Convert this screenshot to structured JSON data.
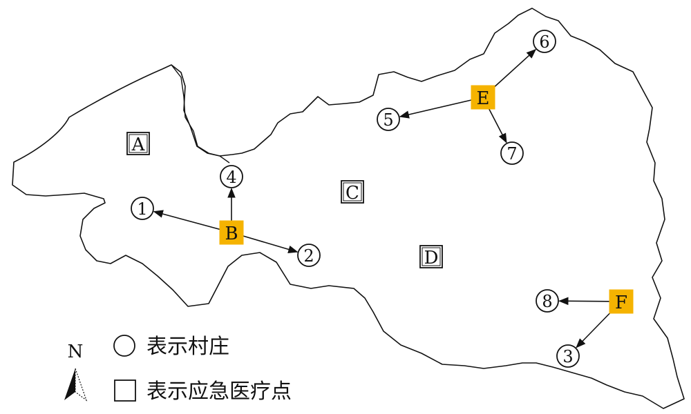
{
  "colors": {
    "highlight": "#f5b301",
    "stroke": "#111111"
  },
  "villages": [
    {
      "id": "v1",
      "label": "1"
    },
    {
      "id": "v2",
      "label": "2"
    },
    {
      "id": "v3",
      "label": "3"
    },
    {
      "id": "v4",
      "label": "4"
    },
    {
      "id": "v5",
      "label": "5"
    },
    {
      "id": "v6",
      "label": "6"
    },
    {
      "id": "v7",
      "label": "7"
    },
    {
      "id": "v8",
      "label": "8"
    }
  ],
  "points": [
    {
      "id": "A",
      "label": "A",
      "highlighted": false
    },
    {
      "id": "B",
      "label": "B",
      "highlighted": true
    },
    {
      "id": "C",
      "label": "C",
      "highlighted": false
    },
    {
      "id": "D",
      "label": "D",
      "highlighted": false
    },
    {
      "id": "E",
      "label": "E",
      "highlighted": true
    },
    {
      "id": "F",
      "label": "F",
      "highlighted": true
    }
  ],
  "arrows": [
    {
      "from": "B",
      "to": "v1"
    },
    {
      "from": "B",
      "to": "v2"
    },
    {
      "from": "B",
      "to": "v4"
    },
    {
      "from": "E",
      "to": "v5"
    },
    {
      "from": "E",
      "to": "v6"
    },
    {
      "from": "E",
      "to": "v7"
    },
    {
      "from": "F",
      "to": "v8"
    },
    {
      "from": "F",
      "to": "v3"
    }
  ],
  "north_arrow": {
    "label": "N",
    "icon": "north-arrow-icon"
  },
  "legend": {
    "village_text": "表示村庄",
    "medical_text": "表示应急医疗点"
  }
}
